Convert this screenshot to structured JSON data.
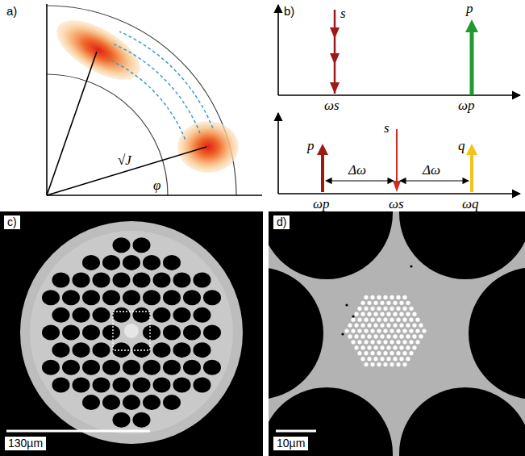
{
  "diagram": {
    "labels": [
      "a)",
      "√J",
      "φ",
      "b)",
      "s",
      "p",
      "ωs",
      "ωp",
      "p",
      "s",
      "q",
      "Δω",
      "Δω",
      "ωp",
      "ωs",
      "ωq",
      "c)",
      "130µm",
      "d)",
      "10µm"
    ]
  }
}
